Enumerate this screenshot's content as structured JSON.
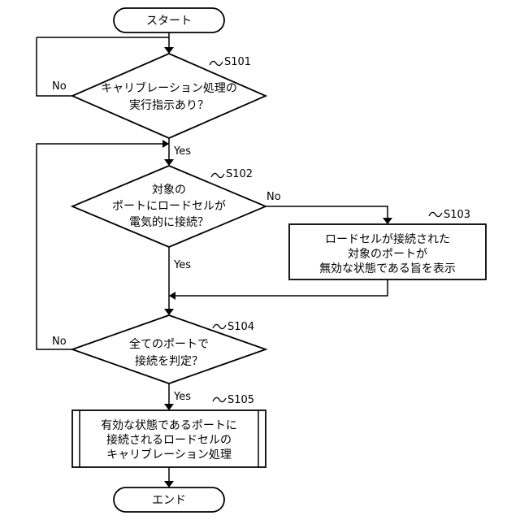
{
  "start": "スタート",
  "end": "エンド",
  "s101": {
    "step": "S101",
    "lines": [
      "キャリブレーション処理の",
      "実行指示あり？"
    ],
    "no": "No",
    "yes": "Yes"
  },
  "s102": {
    "step": "S102",
    "lines": [
      "対象の",
      "ポートにロードセルが",
      "電気的に接続？"
    ],
    "no": "No",
    "yes": "Yes"
  },
  "s103": {
    "step": "S103",
    "lines": [
      "ロードセルが接続された",
      "対象のポートが",
      "無効な状態である旨を表示"
    ]
  },
  "s104": {
    "step": "S104",
    "lines": [
      "全てのポートで",
      "接続を判定？"
    ],
    "no": "No",
    "yes": "Yes"
  },
  "s105": {
    "step": "S105",
    "lines": [
      "有効な状態であるポートに",
      "接続されるロードセルの",
      "キャリブレーション処理"
    ]
  }
}
